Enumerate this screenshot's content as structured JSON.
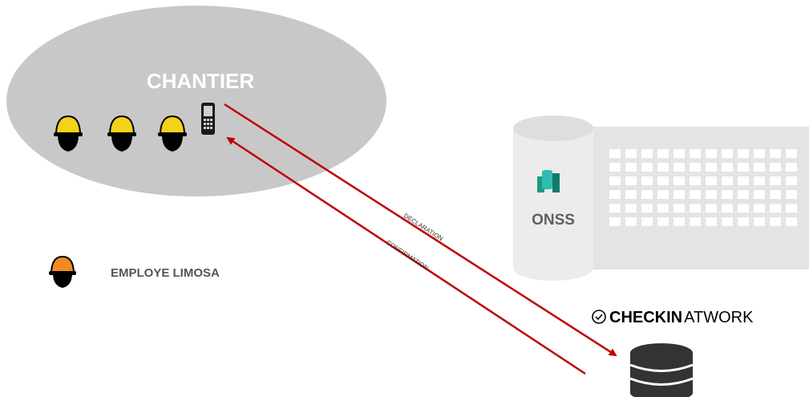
{
  "site": {
    "label": "CHANTIER"
  },
  "onss": {
    "label": "ONSS"
  },
  "legend": {
    "label": "EMPLOYE LIMOSA"
  },
  "checkin": {
    "brand_bold": "CHECKIN",
    "brand_light": "ATWORK"
  },
  "flows": {
    "declaration": "DECLARATION",
    "confirmation": "CONFIRMATION"
  },
  "icons": {
    "worker": "worker-helmet-icon",
    "phone": "mobile-phone-icon",
    "onss_logo": "onss-logo-icon",
    "database": "database-icon",
    "check": "check-circle-icon"
  },
  "colors": {
    "site_ellipse": "#c8c8c8",
    "helmet_yellow": "#f3d21a",
    "helmet_orange": "#f08a21",
    "arrow": "#c00000",
    "onss_building": "#e4e4e4",
    "onss_logo": "#1b9a8a"
  }
}
